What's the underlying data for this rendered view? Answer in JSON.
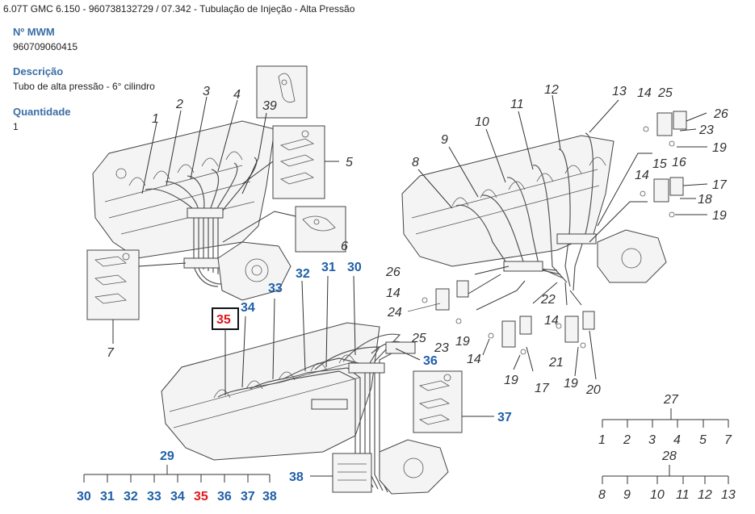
{
  "header": {
    "title": "6.07T GMC 6.150 - 960738132729  /  07.342 - Tubulação de Injeção - Alta Pressão"
  },
  "fields": {
    "mwm_label": "Nº MWM",
    "mwm_value": "960709060415",
    "desc_label": "Descrição",
    "desc_value": "Tubo de alta pressão - 6° cilindro",
    "qty_label": "Quantidade",
    "qty_value": "1"
  },
  "diagram": {
    "top_left_labels": [
      "1",
      "2",
      "3",
      "4",
      "39",
      "5",
      "6",
      "7"
    ],
    "top_right_labels": [
      "8",
      "9",
      "10",
      "11",
      "12",
      "13",
      "14",
      "25",
      "26",
      "23",
      "19",
      "15",
      "16",
      "17",
      "14",
      "18",
      "19",
      "26",
      "14",
      "24",
      "25",
      "23",
      "19",
      "22",
      "14",
      "21",
      "20",
      "14",
      "19",
      "17",
      "19"
    ],
    "bottom_labels": [
      "35",
      "34",
      "33",
      "32",
      "31",
      "30",
      "36",
      "37",
      "38"
    ],
    "group_29": {
      "head": "29",
      "items": [
        "30",
        "31",
        "32",
        "33",
        "34",
        "35",
        "36",
        "37",
        "38"
      ],
      "highlight": "35"
    },
    "group_27": {
      "head": "27",
      "items": [
        "1",
        "2",
        "3",
        "4",
        "5",
        "7"
      ]
    },
    "group_28": {
      "head": "28",
      "items": [
        "8",
        "9",
        "10",
        "11",
        "12",
        "13"
      ]
    },
    "colors": {
      "blue": "#1f5fa8",
      "red": "#e0181d",
      "label_blue": "#3a6ea5"
    }
  }
}
